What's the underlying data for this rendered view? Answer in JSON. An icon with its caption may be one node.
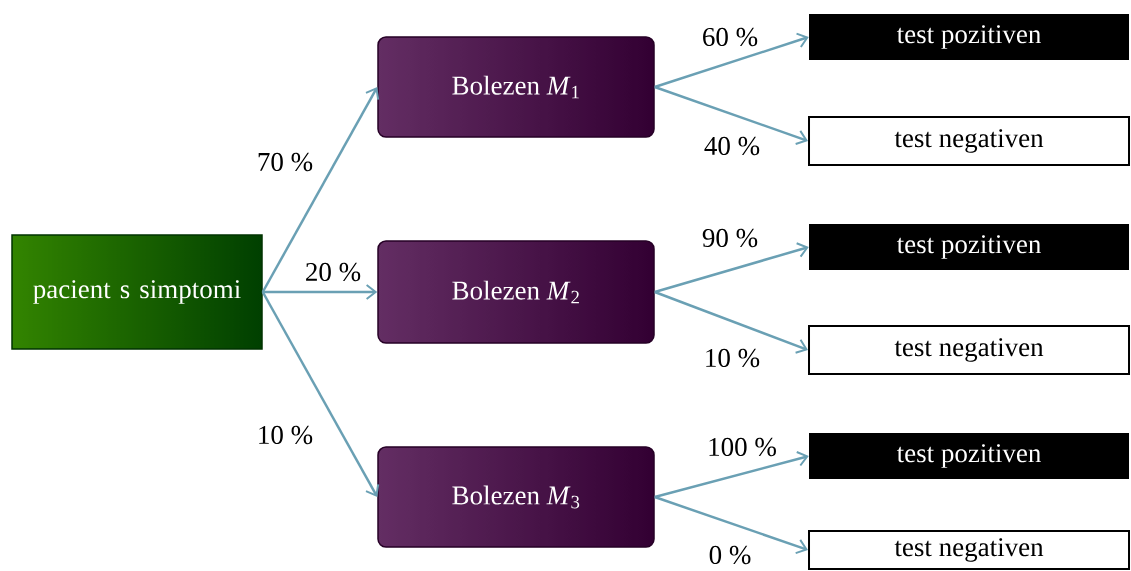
{
  "diagram": {
    "nodes": [
      {
        "text": [
          "pacient s simptomi"
        ]
      },
      {
        "text": [
          "Bolezen *M*$_{1}$"
        ]
      },
      {
        "text": [
          "Bolezen *M*$_{2}$"
        ]
      },
      {
        "text": [
          "Bolezen *M*$_{3}$"
        ]
      },
      {
        "text": [
          "test pozitiven"
        ]
      },
      {
        "text": [
          "test negativen"
        ]
      },
      {
        "text": [
          "test pozitiven"
        ]
      },
      {
        "text": [
          "test negativen"
        ]
      },
      {
        "text": [
          "test pozitiven"
        ]
      },
      {
        "text": [
          "test negativen"
        ]
      }
    ],
    "edges": [
      {
        "from": 0,
        "to": 1,
        "arrow": "to",
        "label": "70 %"
      },
      {
        "from": 0,
        "to": 2,
        "arrow": "to",
        "label": "20 %"
      },
      {
        "from": 0,
        "to": 3,
        "arrow": "to",
        "label": "10 %"
      },
      {
        "from": 1,
        "to": 4,
        "arrow": "to",
        "label": "60 %"
      },
      {
        "from": 1,
        "to": 5,
        "arrow": "to",
        "label": "40 %"
      },
      {
        "from": 2,
        "to": 6,
        "arrow": "to",
        "label": "90 %"
      },
      {
        "from": 2,
        "to": 7,
        "arrow": "to",
        "label": "10 %"
      },
      {
        "from": 3,
        "to": 8,
        "arrow": "to",
        "label": "100 %"
      },
      {
        "from": 3,
        "to": 9,
        "arrow": "to",
        "label": "0 %"
      }
    ]
  }
}
